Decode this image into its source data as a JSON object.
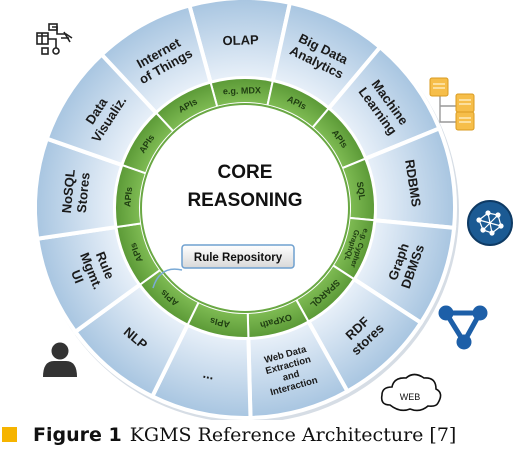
{
  "core": {
    "line1": "CORE",
    "line2": "REASONING"
  },
  "rule_repository": "Rule Repository",
  "outer_segments": [
    {
      "lines": [
        "OLAP"
      ]
    },
    {
      "lines": [
        "Big Data",
        "Analytics"
      ]
    },
    {
      "lines": [
        "Machine",
        "Learning"
      ]
    },
    {
      "lines": [
        "RDBMS"
      ]
    },
    {
      "lines": [
        "Graph",
        "DBMSs"
      ]
    },
    {
      "lines": [
        "RDF",
        "stores"
      ]
    },
    {
      "lines": [
        "Web Data",
        "Extraction",
        "and",
        "Interaction"
      ]
    },
    {
      "lines": [
        "..."
      ]
    },
    {
      "lines": [
        "NLP"
      ]
    },
    {
      "lines": [
        "Rule",
        "Mgmt.",
        "UI"
      ]
    },
    {
      "lines": [
        "NoSQL",
        "Stores"
      ]
    },
    {
      "lines": [
        "Data",
        "Visualiz."
      ]
    },
    {
      "lines": [
        "Internet",
        "of Things"
      ]
    }
  ],
  "inner_segments": [
    {
      "lines": [
        "e.g. MDX"
      ]
    },
    {
      "lines": [
        "APIs"
      ]
    },
    {
      "lines": [
        "APIs"
      ]
    },
    {
      "lines": [
        "SQL"
      ]
    },
    {
      "lines": [
        "e.g. Cypher",
        "GraphQL"
      ]
    },
    {
      "lines": [
        "SPARQL"
      ]
    },
    {
      "lines": [
        "OXPath"
      ]
    },
    {
      "lines": [
        "APIs"
      ]
    },
    {
      "lines": [
        "APIs"
      ]
    },
    {
      "lines": [
        "APIs"
      ]
    },
    {
      "lines": [
        "APIs"
      ]
    },
    {
      "lines": [
        "APIs"
      ]
    },
    {
      "lines": [
        "APIs"
      ]
    }
  ],
  "icons": {
    "iot": "iot-devices-icon",
    "rdbms": "database-tables-icon",
    "graph": "graph-network-icon",
    "rdf": "rdf-graph-icon",
    "web": "web-cloud-icon",
    "user": "user-icon",
    "web_label": "WEB"
  },
  "caption": {
    "figure": "Figure 1",
    "text": "KGMS Reference Architecture [7]"
  },
  "colors": {
    "outer_fill_light": "#eaf2fa",
    "outer_fill_dark": "#a9c6e1",
    "outer_stroke": "#ffffff",
    "inner_green": "#77b94b",
    "inner_green_dark": "#5a9a35",
    "core_fill": "#ffffff",
    "accent_yellow": "#f6b400",
    "icon_blue": "#1d5b93",
    "icon_orange": "#f3b43c"
  }
}
